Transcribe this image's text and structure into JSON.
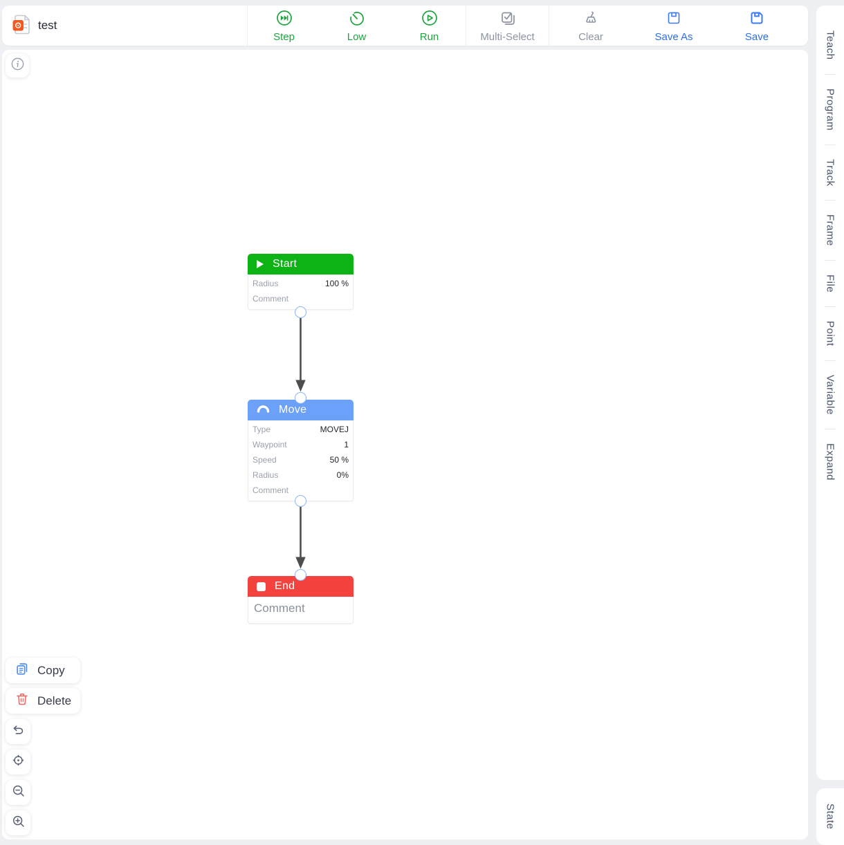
{
  "title_bar": {
    "program_name": "test"
  },
  "toolbar": {
    "step": "Step",
    "low": "Low",
    "run": "Run",
    "multi_select": "Multi-Select",
    "clear": "Clear",
    "save_as": "Save As",
    "save": "Save"
  },
  "sidebar": {
    "tabs": [
      "Teach",
      "Program",
      "Track",
      "Frame",
      "File",
      "Point",
      "Variable",
      "Expand"
    ],
    "state": "State"
  },
  "nodes": {
    "start": {
      "title": "Start",
      "rows": [
        {
          "label": "Radius",
          "value": "100 %"
        },
        {
          "label": "Comment",
          "value": ""
        }
      ]
    },
    "move": {
      "title": "Move",
      "rows": [
        {
          "label": "Type",
          "value": "MOVEJ"
        },
        {
          "label": "Waypoint",
          "value": "1"
        },
        {
          "label": "Speed",
          "value": "50 %"
        },
        {
          "label": "Radius",
          "value": "0%"
        },
        {
          "label": "Comment",
          "value": ""
        }
      ]
    },
    "end": {
      "title": "End",
      "comment": "Comment"
    }
  },
  "context_menu": {
    "copy": "Copy",
    "delete": "Delete"
  },
  "colors": {
    "start_header": "#0db314",
    "move_header": "#6ba1f8",
    "end_header": "#f4433f",
    "toolbar_green": "#1ca43c",
    "toolbar_blue": "#2e6fe4",
    "toolbar_gray": "#8b93a1",
    "port_border": "#8fb3f5",
    "arrow": "#4d4d4d"
  }
}
